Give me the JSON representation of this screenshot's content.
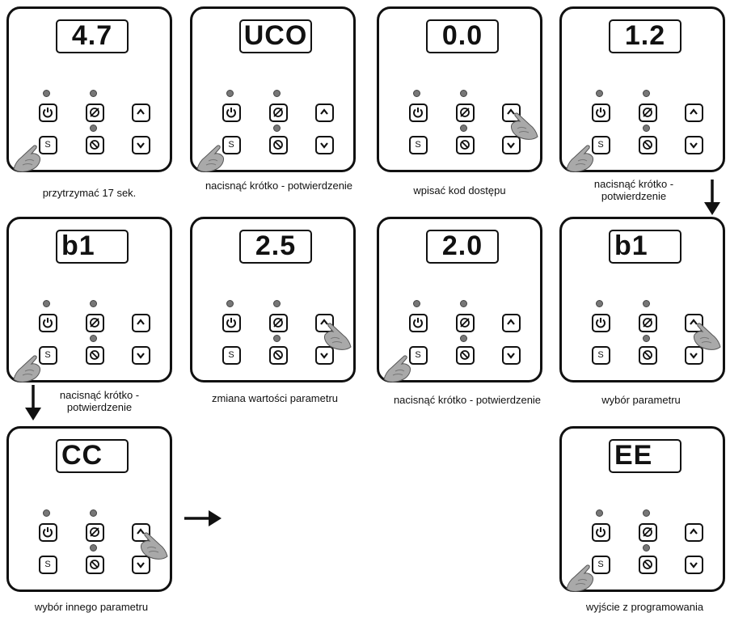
{
  "panels": [
    {
      "display": "4.7"
    },
    {
      "display": "UCO"
    },
    {
      "display": "0.0"
    },
    {
      "display": "1.2"
    },
    {
      "display": "b1"
    },
    {
      "display": "2.5"
    },
    {
      "display": "2.0"
    },
    {
      "display": "b1"
    },
    {
      "display": "CC"
    },
    {
      "display": "EE"
    }
  ],
  "captions": {
    "p1": "przytrzymać 17 sek.",
    "p2": "nacisnąć krótko - potwierdzenie",
    "p3": "wpisać kod dostępu",
    "p4": "nacisnąć krótko -\npotwierdzenie",
    "p5": "nacisnąć krótko -\npotwierdzenie",
    "p6": "zmiana wartości parametru",
    "p7": "nacisnąć krótko - potwierdzenie",
    "p8": "wybór parametru",
    "p9": "wybór innego parametru",
    "p10": "wyjście z programowania"
  },
  "buttons": {
    "set_label": "S",
    "icons": [
      "power-icon",
      "defrost-icon",
      "up-arrow-icon",
      "set-icon",
      "standby-icon",
      "down-arrow-icon"
    ]
  },
  "colors": {
    "ink": "#111111",
    "led": "#777777",
    "hand": "#a9a9a9"
  }
}
